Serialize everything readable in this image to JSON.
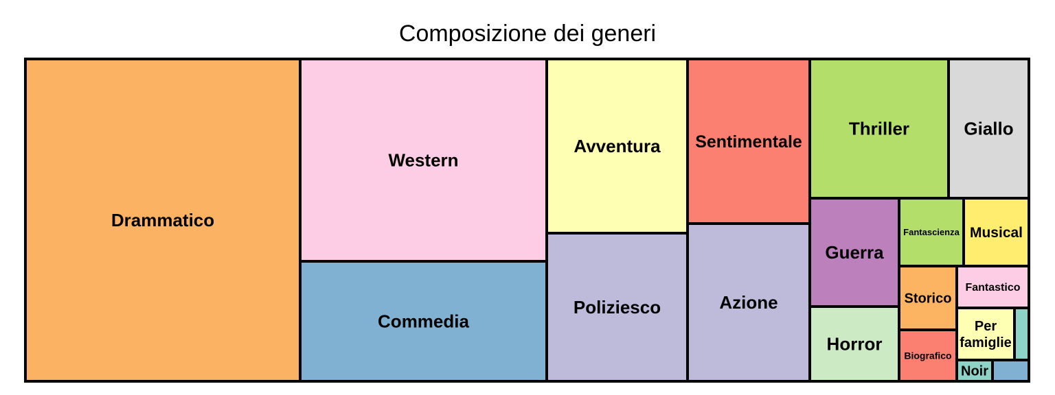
{
  "chart_data": {
    "type": "treemap",
    "title": "Composizione dei generi",
    "categories": [
      "Drammatico",
      "Western",
      "Commedia",
      "Avventura",
      "Poliziesco",
      "Sentimentale",
      "Azione",
      "Thriller",
      "Giallo",
      "Guerra",
      "Horror",
      "Fantascienza",
      "Musical",
      "Storico",
      "Fantastico",
      "Biografico",
      "Per famiglie",
      "Noir"
    ],
    "values": [
      1880,
      1050,
      690,
      520,
      440,
      420,
      410,
      350,
      240,
      200,
      160,
      130,
      130,
      85,
      80,
      80,
      70,
      35
    ]
  },
  "colors": {
    "Drammatico": "#fbb363",
    "Western": "#fccde5",
    "Commedia": "#80b1d3",
    "Avventura": "#ffffb3",
    "Poliziesco": "#bebada",
    "Sentimentale": "#fb8072",
    "Azione": "#bebada",
    "Thriller": "#b3de69",
    "Giallo": "#d9d9d9",
    "Guerra": "#bc80bd",
    "Horror": "#ccebc5",
    "Fantascienza": "#b3de69",
    "Musical": "#ffed6f",
    "Storico": "#fdb462",
    "Fantastico": "#fccde5",
    "Biografico": "#fb8072",
    "Per famiglie": "#ffffb3",
    "Noir": "#8dd3c7",
    "extra_1": "#8dd3c7",
    "extra_2": "#80b1d3"
  }
}
